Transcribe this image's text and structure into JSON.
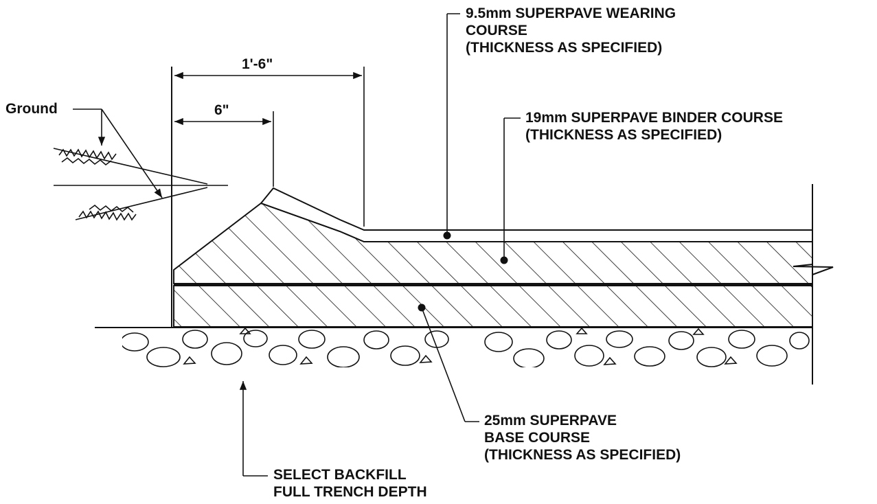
{
  "labels": {
    "ground": "Ground",
    "dim_overall": "1'-6\"",
    "dim_inner": "6\"",
    "wearing_course": [
      "9.5mm SUPERPAVE WEARING",
      "COURSE",
      "(THICKNESS AS SPECIFIED)"
    ],
    "binder_course": [
      "19mm SUPERPAVE BINDER COURSE",
      "(THICKNESS AS SPECIFIED)"
    ],
    "base_course": [
      "25mm SUPERPAVE",
      "BASE COURSE",
      "(THICKNESS AS SPECIFIED)"
    ],
    "backfill": [
      "SELECT BACKFILL",
      "FULL TRENCH DEPTH"
    ]
  },
  "colors": {
    "ink": "#111111",
    "paper": "#ffffff"
  }
}
